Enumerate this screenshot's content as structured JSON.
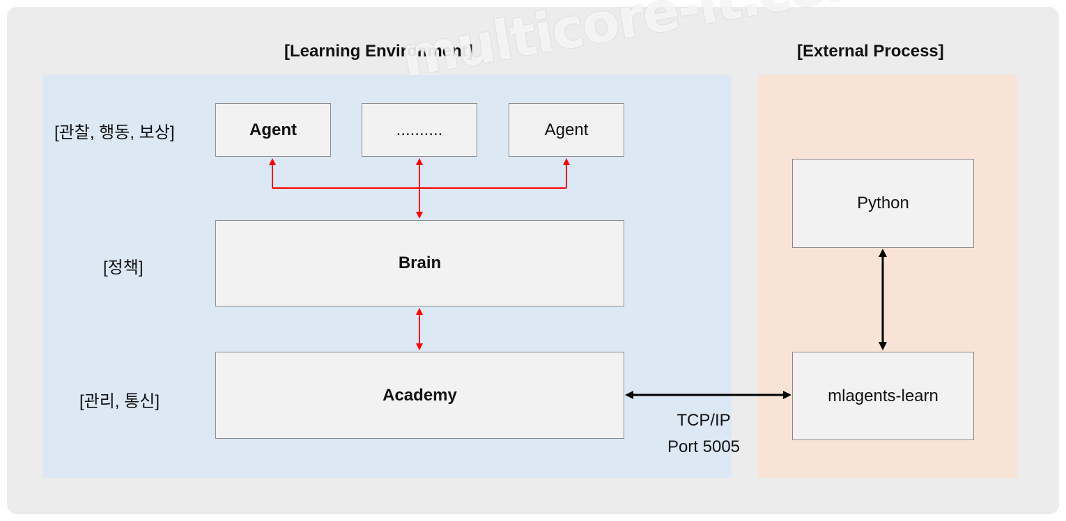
{
  "sections": {
    "learning_environment": "[Learning Environment]",
    "external_process": "[External Process]"
  },
  "row_labels": {
    "agents": "[관찰, 행동, 보상]",
    "brain": "[정책]",
    "academy": "[관리, 통신]"
  },
  "boxes": {
    "agent_left": "Agent",
    "agent_middle": "..........",
    "agent_right": "Agent",
    "brain": "Brain",
    "academy": "Academy",
    "python": "Python",
    "mlagents": "mlagents-learn"
  },
  "connection": {
    "protocol": "TCP/IP",
    "port": "Port 5005"
  },
  "watermark": "multicore-it.com",
  "colors": {
    "learning_region": "#dde8f5",
    "external_region": "#f9e3d6",
    "internal_arrow": "#ff0000",
    "external_arrow": "#000000"
  }
}
